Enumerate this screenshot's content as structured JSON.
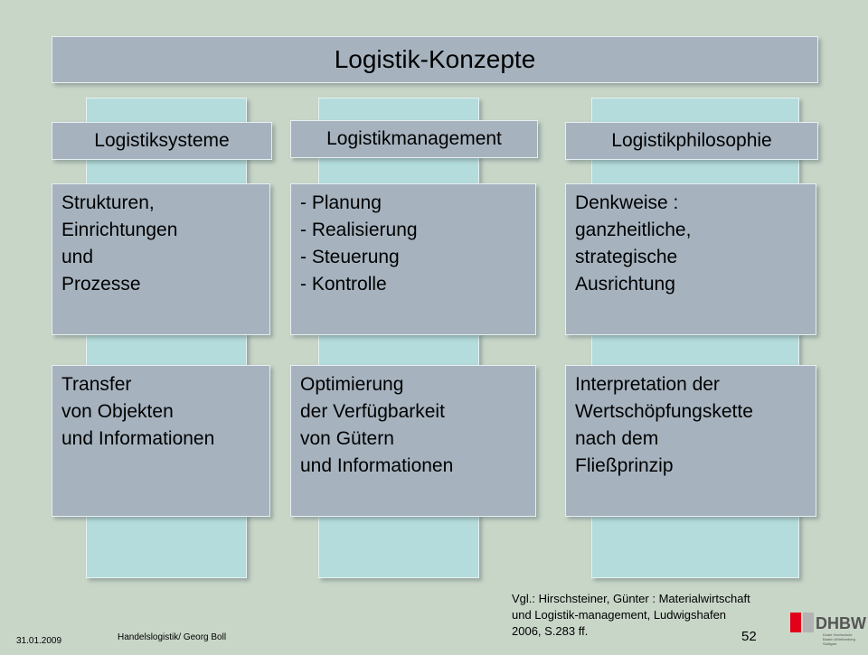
{
  "title": "Logistik-Konzepte",
  "columns": [
    {
      "header": "Logistiksysteme",
      "box1": "Strukturen,\nEinrichtungen\nund\nProzesse",
      "box2": "Transfer\nvon Objekten\nund Informationen"
    },
    {
      "header": "Logistikmanagement",
      "box1": "- Planung\n- Realisierung\n- Steuerung\n- Kontrolle",
      "box2": "Optimierung\nder Verfügbarkeit\nvon Gütern\nund Informationen"
    },
    {
      "header": "Logistikphilosophie",
      "box1": "Denkweise :\nganzheitliche,\nstrategische\nAusrichtung",
      "box2": "Interpretation der\nWertschöpfungskette\nnach dem\nFließprinzip"
    }
  ],
  "footer": {
    "date": "31.01.2009",
    "author": "Handelslogistik/ Georg Boll",
    "citation": "Vgl.: Hirschsteiner, Günter : Materialwirtschaft\nund Logistik-management, Ludwigshafen\n2006, S.283 ff.",
    "page": "52"
  },
  "logo": {
    "brand": "DHBW",
    "subtext": "Duale Hochschule Baden-Württemberg Stuttgart",
    "accent_color": "#e2001a"
  }
}
